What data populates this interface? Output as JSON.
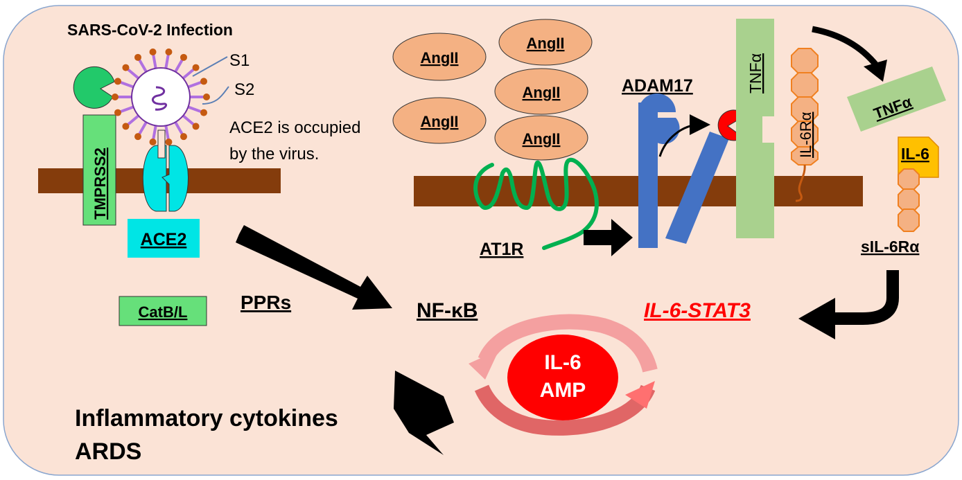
{
  "title": "SARS-CoV-2 Infection",
  "virus": {
    "s1_label": "S1",
    "s2_label": "S2"
  },
  "notes": {
    "line1": "ACE2 is occupied",
    "line2": "by the virus."
  },
  "labels": {
    "tmprss2": "TMPRSS2",
    "ace2": "ACE2",
    "catbl": "CatB/L",
    "pprs": "PPRs",
    "nfkb": "NF-κB",
    "il6stat3": "IL-6-STAT3",
    "at1r": "AT1R",
    "adam17": "ADAM17",
    "tnfa_membrane": "TNFα",
    "il6ra_membrane": "IL-6Rα",
    "tnfa_soluble": "TNFα",
    "il6": "IL-6",
    "sil6ra": "sIL-6Rα",
    "il6_amp_line1": "IL-6",
    "il6_amp_line2": "AMP",
    "outcome_line1": "Inflammatory cytokines",
    "outcome_line2": "ARDS"
  },
  "angii": [
    "AngII",
    "AngII",
    "AngII",
    "AngII",
    "AngII"
  ],
  "colors": {
    "background": "#fbe3d6",
    "border": "#8aa6cf",
    "membrane": "#843c0c",
    "ace2": "#00e5e5",
    "tmprss2": "#66e07a",
    "angii": "#f4b183",
    "adam17": "#4472c4",
    "tnf": "#a9d18e",
    "il6": "#f4b183",
    "il6_orange": "#ffc000",
    "at1r": "#00b050",
    "amp_red": "#ff0000",
    "stat3_text": "#ff0000",
    "virus_spike": "#b070e0",
    "virus_core": "#7030a0"
  }
}
